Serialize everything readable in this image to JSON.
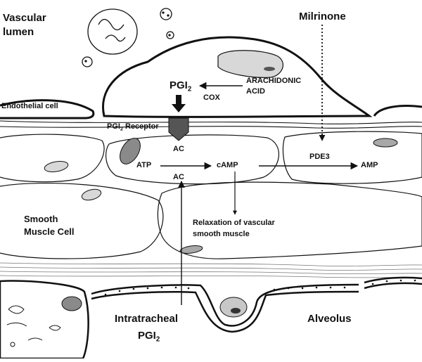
{
  "labels": {
    "vascular_lumen_1": "Vascular",
    "vascular_lumen_2": "lumen",
    "milrinone": "Milrinone",
    "pgi2_base": "PGI",
    "pgi2_sub": "2",
    "cox": "COX",
    "arachidonic_1": "ARACHIDONIC",
    "arachidonic_2": "ACID",
    "endothelial_cell": "Endothelial cell",
    "receptor_prefix": "PGI",
    "receptor_sub": "2",
    "receptor_suffix": " Receptor",
    "ac_top": "AC",
    "ac_bottom": "AC",
    "atp": "ATP",
    "camp": "cAMP",
    "pde3": "PDE3",
    "amp": "AMP",
    "smooth_muscle_1": "Smooth",
    "smooth_muscle_2": "Muscle Cell",
    "relaxation_1": "Relaxation of vascular",
    "relaxation_2": "smooth muscle",
    "intratracheal_1": "Intratracheal",
    "intratracheal_2_base": "PGI",
    "intratracheal_2_sub": "2",
    "alveolus": "Alveolus"
  },
  "colors": {
    "ink": "#111111",
    "membrane_fill": "#f3f3f3",
    "receptor": "#555555",
    "nucleus": "#8a8a8a"
  }
}
